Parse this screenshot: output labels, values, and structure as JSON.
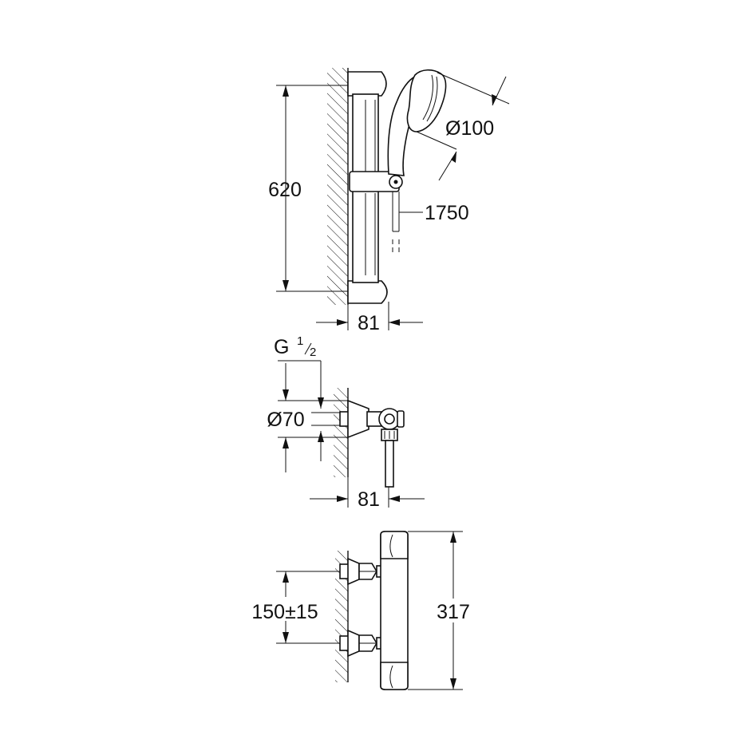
{
  "top_view": {
    "bar_length": "620",
    "handshower_diameter": "Ø100",
    "hose_length": "1750",
    "projection": "81"
  },
  "middle_view": {
    "thread_main": "G",
    "thread_num": "1",
    "thread_den": "2",
    "rosette_diameter": "Ø70",
    "projection": "81"
  },
  "bottom_view": {
    "inlet_spacing": "150±15",
    "body_length": "317"
  }
}
